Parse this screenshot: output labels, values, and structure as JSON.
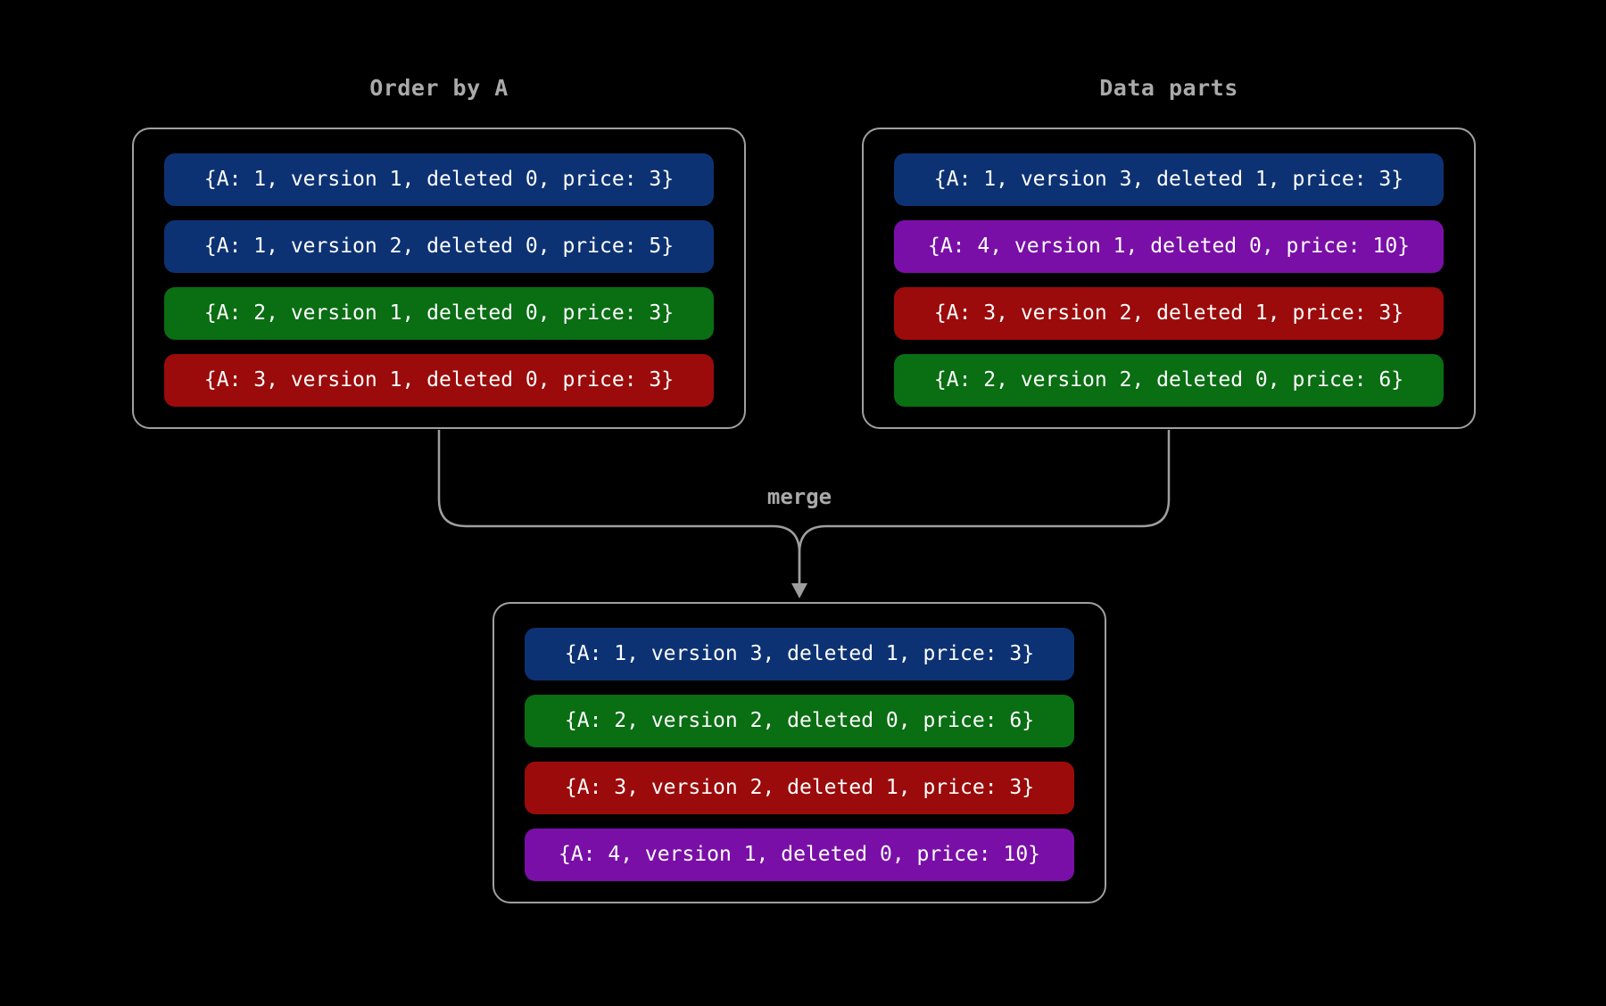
{
  "diagram": {
    "background_color": "#000000",
    "box_border_color": "#a0a0a0",
    "title_text_color": "#aaaaaa",
    "row_text_color": "#ffffff",
    "connector_color": "#9e9e9e",
    "row_palette": {
      "blue": "#0d3274",
      "green": "#0a6e13",
      "red": "#9b0b0b",
      "purple": "#7a0fa8"
    },
    "left_box": {
      "title": "Order by A",
      "rows": [
        {
          "color_name": "blue",
          "color": "#0d3274",
          "text": "{A: 1, version 1, deleted 0, price: 3}"
        },
        {
          "color_name": "blue",
          "color": "#0d3274",
          "text": "{A: 1, version 2, deleted 0, price: 5}"
        },
        {
          "color_name": "green",
          "color": "#0a6e13",
          "text": "{A: 2, version 1, deleted 0, price: 3}"
        },
        {
          "color_name": "red",
          "color": "#9b0b0b",
          "text": "{A: 3, version 1, deleted 0, price: 3}"
        }
      ]
    },
    "right_box": {
      "title": "Data parts",
      "rows": [
        {
          "color_name": "blue",
          "color": "#0d3274",
          "text": "{A: 1, version 3, deleted 1, price: 3}"
        },
        {
          "color_name": "purple",
          "color": "#7a0fa8",
          "text": "{A: 4, version 1, deleted 0, price: 10}"
        },
        {
          "color_name": "red",
          "color": "#9b0b0b",
          "text": "{A: 3, version 2, deleted 1, price: 3}"
        },
        {
          "color_name": "green",
          "color": "#0a6e13",
          "text": "{A: 2, version 2, deleted 0, price: 6}"
        }
      ]
    },
    "merged_box": {
      "rows": [
        {
          "color_name": "blue",
          "color": "#0d3274",
          "text": "{A: 1, version 3, deleted 1, price: 3}"
        },
        {
          "color_name": "green",
          "color": "#0a6e13",
          "text": "{A: 2, version 2, deleted 0, price: 6}"
        },
        {
          "color_name": "red",
          "color": "#9b0b0b",
          "text": "{A: 3, version 2, deleted 1, price: 3}"
        },
        {
          "color_name": "purple",
          "color": "#7a0fa8",
          "text": "{A: 4, version 1, deleted 0, price: 10}"
        }
      ]
    },
    "connector": {
      "label": "merge"
    }
  }
}
